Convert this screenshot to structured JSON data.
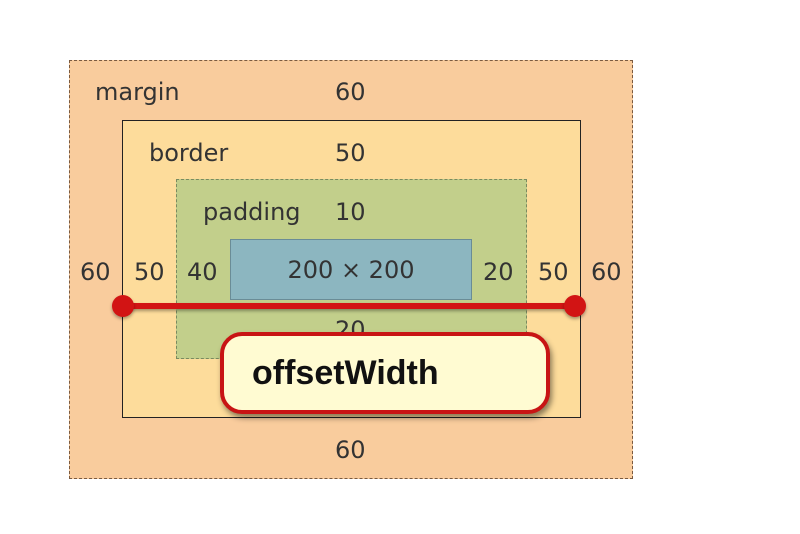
{
  "margin": {
    "label": "margin",
    "top": "60",
    "right": "60",
    "bottom": "60",
    "left": "60"
  },
  "border": {
    "label": "border",
    "top": "50",
    "right": "50",
    "left": "50"
  },
  "padding": {
    "label": "padding",
    "top": "10",
    "right": "20",
    "bottom": "20",
    "left": "40"
  },
  "content": {
    "size": "200 × 200"
  },
  "callout": {
    "text": "offsetWidth"
  },
  "colors": {
    "margin": "#f9cc9d",
    "border": "#fddc9b",
    "padding": "#c2cf8b",
    "content": "#8cb6c0",
    "accent": "#d21414",
    "callout_bg": "#fffbd2"
  }
}
